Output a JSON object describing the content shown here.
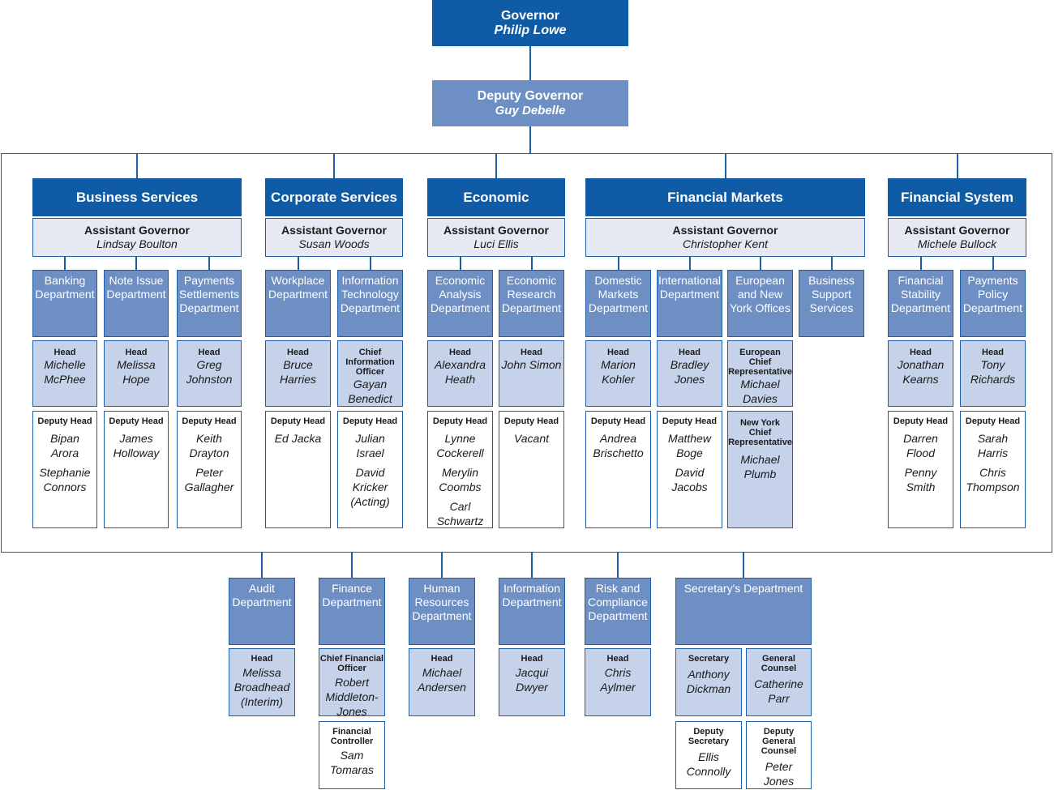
{
  "top": {
    "governor": {
      "title": "Governor",
      "name": "Philip Lowe"
    },
    "deputy": {
      "title": "Deputy Governor",
      "name": "Guy Debelle"
    }
  },
  "groups": [
    {
      "title": "Business Services",
      "ag_title": "Assistant Governor",
      "ag_name": "Lindsay Boulton",
      "departments": [
        {
          "name": "Banking Department",
          "head_label": "Head",
          "head_names": [
            "Michelle McPhee"
          ],
          "dep_label": "Deputy Head",
          "dep_names": [
            "Bipan Arora",
            "Stephanie Connors"
          ]
        },
        {
          "name": "Note Issue Department",
          "head_label": "Head",
          "head_names": [
            "Melissa Hope"
          ],
          "dep_label": "Deputy Head",
          "dep_names": [
            "James Holloway"
          ]
        },
        {
          "name": "Payments Settlements Department",
          "head_label": "Head",
          "head_names": [
            "Greg Johnston"
          ],
          "dep_label": "Deputy Head",
          "dep_names": [
            "Keith Drayton",
            "Peter Gallagher"
          ]
        }
      ]
    },
    {
      "title": "Corporate Services",
      "ag_title": "Assistant Governor",
      "ag_name": "Susan Woods",
      "departments": [
        {
          "name": "Workplace Department",
          "head_label": "Head",
          "head_names": [
            "Bruce Harries"
          ],
          "dep_label": "Deputy Head",
          "dep_names": [
            "Ed Jacka"
          ]
        },
        {
          "name": "Information Technology Department",
          "head_label": "Chief Information Officer",
          "head_names": [
            "Gayan Benedict"
          ],
          "dep_label": "Deputy Head",
          "dep_names": [
            "Julian Israel",
            "David Kricker (Acting)"
          ]
        }
      ]
    },
    {
      "title": "Economic",
      "ag_title": "Assistant Governor",
      "ag_name": "Luci Ellis",
      "departments": [
        {
          "name": "Economic Analysis Department",
          "head_label": "Head",
          "head_names": [
            "Alexandra Heath"
          ],
          "dep_label": "Deputy Head",
          "dep_names": [
            "Lynne Cockerell",
            "Merylin Coombs",
            "Carl Schwartz"
          ]
        },
        {
          "name": "Economic Research Department",
          "head_label": "Head",
          "head_names": [
            "John Simon"
          ],
          "dep_label": "Deputy Head",
          "dep_names": [
            "Vacant"
          ]
        }
      ]
    },
    {
      "title": "Financial Markets",
      "ag_title": "Assistant Governor",
      "ag_name": "Christopher Kent",
      "departments": [
        {
          "name": "Domestic Markets Department",
          "head_label": "Head",
          "head_names": [
            "Marion Kohler"
          ],
          "dep_label": "Deputy Head",
          "dep_names": [
            "Andrea Brischetto"
          ]
        },
        {
          "name": "International Department",
          "head_label": "Head",
          "head_names": [
            "Bradley Jones"
          ],
          "dep_label": "Deputy Head",
          "dep_names": [
            "Matthew Boge",
            "David Jacobs"
          ]
        },
        {
          "name": "European and New York Offices",
          "head_label": "European Chief Representative",
          "head_names": [
            "Michael Davies"
          ],
          "dep_label": "New York Chief Representative",
          "dep_names": [
            "Michael Plumb"
          ]
        },
        {
          "name": "Business Support Services"
        }
      ]
    },
    {
      "title": "Financial System",
      "ag_title": "Assistant Governor",
      "ag_name": "Michele Bullock",
      "departments": [
        {
          "name": "Financial Stability Department",
          "head_label": "Head",
          "head_names": [
            "Jonathan Kearns"
          ],
          "dep_label": "Deputy Head",
          "dep_names": [
            "Darren Flood",
            "Penny Smith"
          ]
        },
        {
          "name": "Payments Policy Department",
          "head_label": "Head",
          "head_names": [
            "Tony Richards"
          ],
          "dep_label": "Deputy Head",
          "dep_names": [
            "Sarah Harris",
            "Chris Thompson"
          ]
        }
      ]
    }
  ],
  "bottom": [
    {
      "name": "Audit Department",
      "roles": [
        {
          "label": "Head",
          "names": [
            "Melissa Broadhead (Interim)"
          ]
        }
      ]
    },
    {
      "name": "Finance Department",
      "roles": [
        {
          "label": "Chief Financial Officer",
          "names": [
            "Robert Middleton-Jones"
          ]
        },
        {
          "label": "Financial Controller",
          "names": [
            "Sam Tomaras"
          ]
        }
      ]
    },
    {
      "name": "Human Resources Department",
      "roles": [
        {
          "label": "Head",
          "names": [
            "Michael Andersen"
          ]
        }
      ]
    },
    {
      "name": "Information Department",
      "roles": [
        {
          "label": "Head",
          "names": [
            "Jacqui Dwyer"
          ]
        }
      ]
    },
    {
      "name": "Risk and Compliance Department",
      "roles": [
        {
          "label": "Head",
          "names": [
            "Chris Aylmer"
          ]
        }
      ]
    },
    {
      "name": "Secretary's Department",
      "roles": [
        {
          "label": "Secretary",
          "names": [
            "Anthony Dickman"
          ]
        },
        {
          "label": "General Counsel",
          "names": [
            "Catherine Parr"
          ]
        },
        {
          "label": "Deputy Secretary",
          "names": [
            "Ellis Connolly"
          ]
        },
        {
          "label": "Deputy General Counsel",
          "names": [
            "Peter Jones"
          ]
        }
      ]
    }
  ]
}
